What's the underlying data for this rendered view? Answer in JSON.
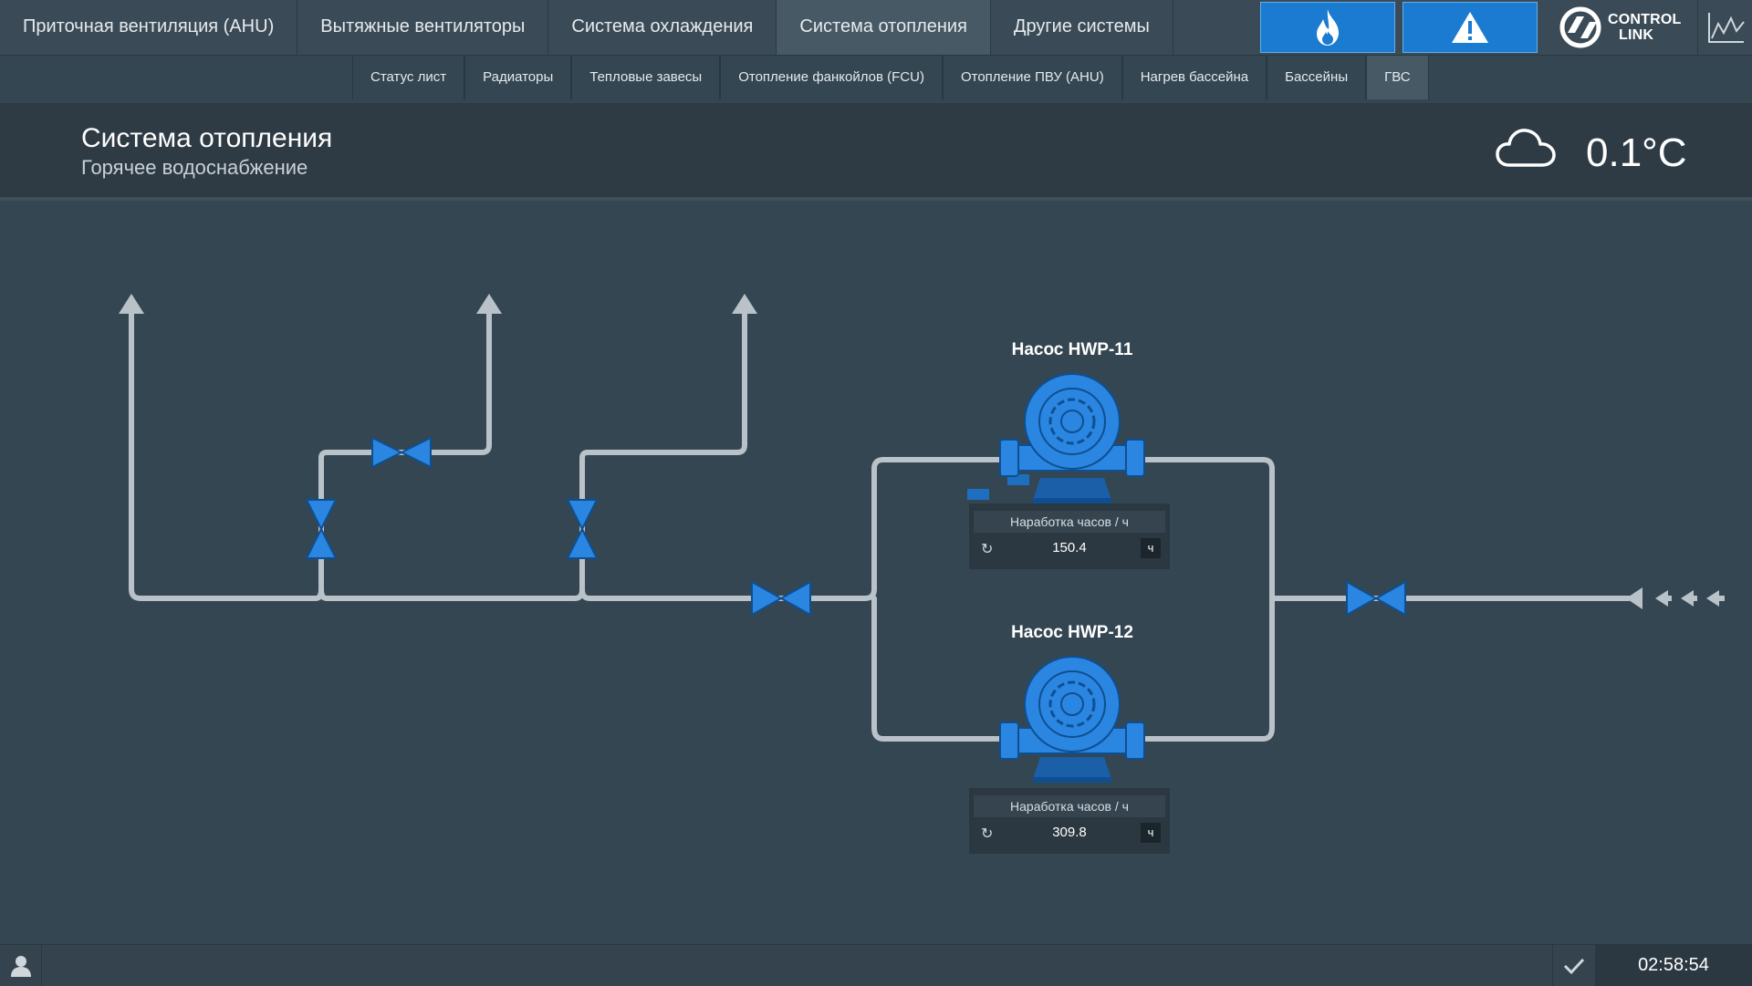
{
  "nav": {
    "tabs": [
      {
        "label": "Приточная вентиляция (AHU)"
      },
      {
        "label": "Вытяжные вентиляторы"
      },
      {
        "label": "Система охлаждения"
      },
      {
        "label": "Система отопления"
      },
      {
        "label": "Другие системы"
      }
    ],
    "active_tab": 3,
    "fire_icon": "fire-icon",
    "alarm_icon": "warning-icon",
    "logo_line1": "CONTROL",
    "logo_line2": "LINK",
    "trend_icon": "trend-chart-icon"
  },
  "subnav": {
    "tabs": [
      {
        "label": "Статус лист"
      },
      {
        "label": "Радиаторы"
      },
      {
        "label": "Тепловые завесы"
      },
      {
        "label": "Отопление фанкойлов (FCU)"
      },
      {
        "label": "Отопление ПВУ (AHU)"
      },
      {
        "label": "Нагрев бассейна"
      },
      {
        "label": "Бассейны"
      },
      {
        "label": "ГВС"
      }
    ],
    "active_tab": 7
  },
  "header": {
    "title": "Система отопления",
    "subtitle": "Горячее водоснабжение",
    "weather_icon": "cloud-icon",
    "temperature": "0.1°C"
  },
  "pumps": [
    {
      "name": "Насос HWP-11",
      "panel_title": "Наработка часов / ч",
      "value": "150.4",
      "unit": "ч"
    },
    {
      "name": "Насос HWP-12",
      "panel_title": "Наработка часов / ч",
      "value": "309.8",
      "unit": "ч"
    }
  ],
  "colors": {
    "accent": "#1a7bd0",
    "pump": "#2a86e0",
    "pipe": "#b9c2c8",
    "background": "#344652"
  },
  "footer": {
    "user_icon": "user-icon",
    "check_icon": "check-icon",
    "time": "02:58:54"
  }
}
